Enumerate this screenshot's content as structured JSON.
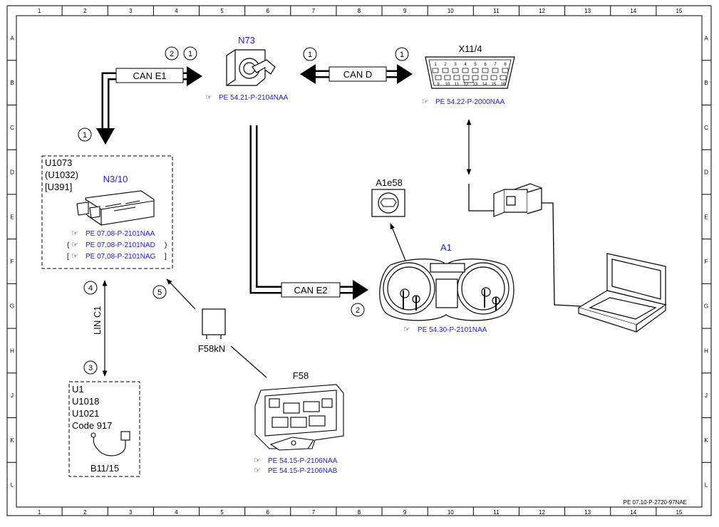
{
  "grid": {
    "columns": [
      "1",
      "2",
      "3",
      "4",
      "5",
      "6",
      "7",
      "8",
      "9",
      "10",
      "11",
      "12",
      "13",
      "14",
      "15"
    ],
    "rows": [
      "A",
      "B",
      "C",
      "D",
      "E",
      "F",
      "G",
      "H",
      "J",
      "K",
      "L"
    ]
  },
  "doc_id": "PE 07.10-P-2720-97NAE",
  "colors": {
    "link": "#1a1aff",
    "line": "#000000"
  },
  "components": {
    "n73": {
      "name": "N73",
      "ref": "PE 54.21-P-2104NAA"
    },
    "x11": {
      "name": "X11/4",
      "ref": "PE 54.22-P-2000NAA",
      "pins_top": [
        "1",
        "2",
        "3",
        "4",
        "5",
        "6",
        "7",
        "8"
      ],
      "pins_bottom": [
        "9",
        "10",
        "11",
        "12",
        "13",
        "14",
        "15",
        "16"
      ]
    },
    "n310": {
      "name": "N3/10",
      "codes": [
        "U1073",
        "(U1032)",
        "[U391]"
      ],
      "refs": [
        "PE 07.08-P-2101NAA",
        "PE 07.08-P-2101NAD",
        "PE 07.08-P-2101NAG"
      ],
      "ref2_prefix": "(",
      "ref2_suffix": ")",
      "ref3_prefix": "[",
      "ref3_suffix": "]"
    },
    "a1e58": {
      "name": "A1e58"
    },
    "a1": {
      "name": "A1",
      "ref": "PE 54.30-P-2101NAA"
    },
    "f58kn": {
      "name": "F58kN"
    },
    "f58": {
      "name": "F58",
      "refs": [
        "PE 54.15-P-2106NAA",
        "PE 54.15-P-2106NAB"
      ]
    },
    "b1115": {
      "name": "B11/15",
      "codes": [
        "U1",
        "U1018",
        "U1021",
        "Code 917"
      ]
    }
  },
  "buses": {
    "can_e1": "CAN E1",
    "can_d": "CAN D",
    "can_e2": "CAN E2",
    "lin_c1": "LIN C1"
  },
  "markers": {
    "m1": "1",
    "m2": "2",
    "m3": "3",
    "m4": "4",
    "m5": "5"
  }
}
